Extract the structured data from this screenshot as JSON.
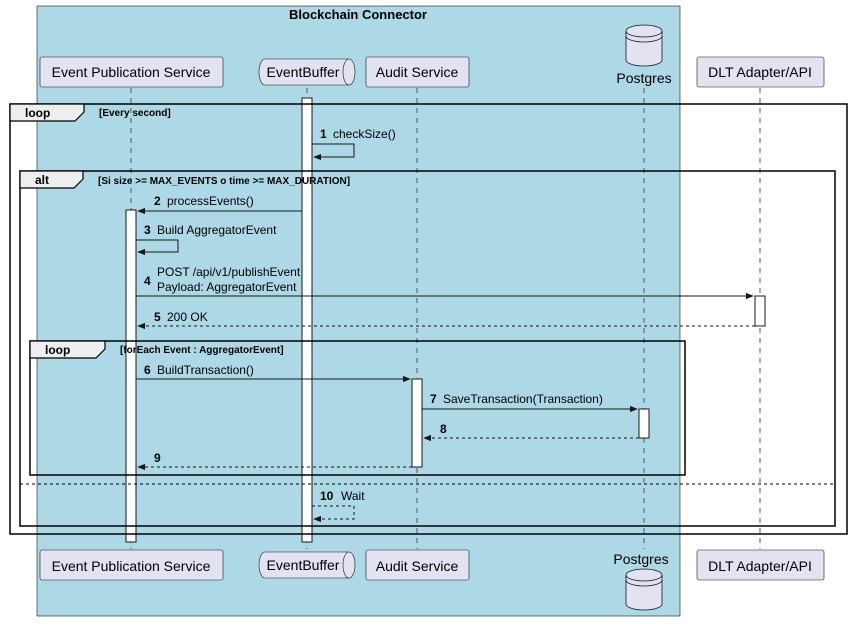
{
  "box": {
    "title": "Blockchain Connector",
    "color": "#ADD8E6"
  },
  "participants": [
    {
      "id": "eps",
      "label": "Event Publication Service",
      "shape": "participant"
    },
    {
      "id": "buf",
      "label": "EventBuffer",
      "shape": "queue"
    },
    {
      "id": "aud",
      "label": "Audit Service",
      "shape": "participant"
    },
    {
      "id": "pg",
      "label": "Postgres",
      "shape": "database"
    },
    {
      "id": "dlt",
      "label": "DLT Adapter/API",
      "shape": "participant"
    }
  ],
  "frames": [
    {
      "id": "loop-outer",
      "keyword": "loop",
      "guard": "[Every second]"
    },
    {
      "id": "alt",
      "keyword": "alt",
      "guard": "[Si size >= MAX_EVENTS o time >= MAX_DURATION]"
    },
    {
      "id": "loop-inner",
      "keyword": "loop",
      "guard": "[forEach Event : AggregatorEvent]"
    }
  ],
  "messages": [
    {
      "num": "1",
      "lines": [
        "checkSize()"
      ],
      "from": "buf",
      "to": "buf",
      "style": "solid"
    },
    {
      "num": "2",
      "lines": [
        "processEvents()"
      ],
      "from": "buf",
      "to": "eps",
      "style": "solid"
    },
    {
      "num": "3",
      "lines": [
        "Build AggregatorEvent"
      ],
      "from": "eps",
      "to": "eps",
      "style": "solid"
    },
    {
      "num": "4",
      "lines": [
        "POST /api/v1/publishEvent",
        "Payload: AggregatorEvent"
      ],
      "from": "eps",
      "to": "dlt",
      "style": "solid"
    },
    {
      "num": "5",
      "lines": [
        "200 OK"
      ],
      "from": "dlt",
      "to": "eps",
      "style": "dashed"
    },
    {
      "num": "6",
      "lines": [
        "BuildTransaction()"
      ],
      "from": "eps",
      "to": "aud",
      "style": "solid"
    },
    {
      "num": "7",
      "lines": [
        "SaveTransaction(Transaction)"
      ],
      "from": "aud",
      "to": "pg",
      "style": "solid"
    },
    {
      "num": "8",
      "lines": [
        ""
      ],
      "from": "pg",
      "to": "aud",
      "style": "dashed"
    },
    {
      "num": "9",
      "lines": [
        ""
      ],
      "from": "aud",
      "to": "eps",
      "style": "dashed"
    },
    {
      "num": "10",
      "lines": [
        "Wait"
      ],
      "from": "buf",
      "to": "buf",
      "style": "dashed"
    }
  ],
  "colors": {
    "participant_fill": "#E2E2F0",
    "participant_stroke": "#181818",
    "lifeline": "#555555",
    "frame_stroke": "#000000"
  }
}
